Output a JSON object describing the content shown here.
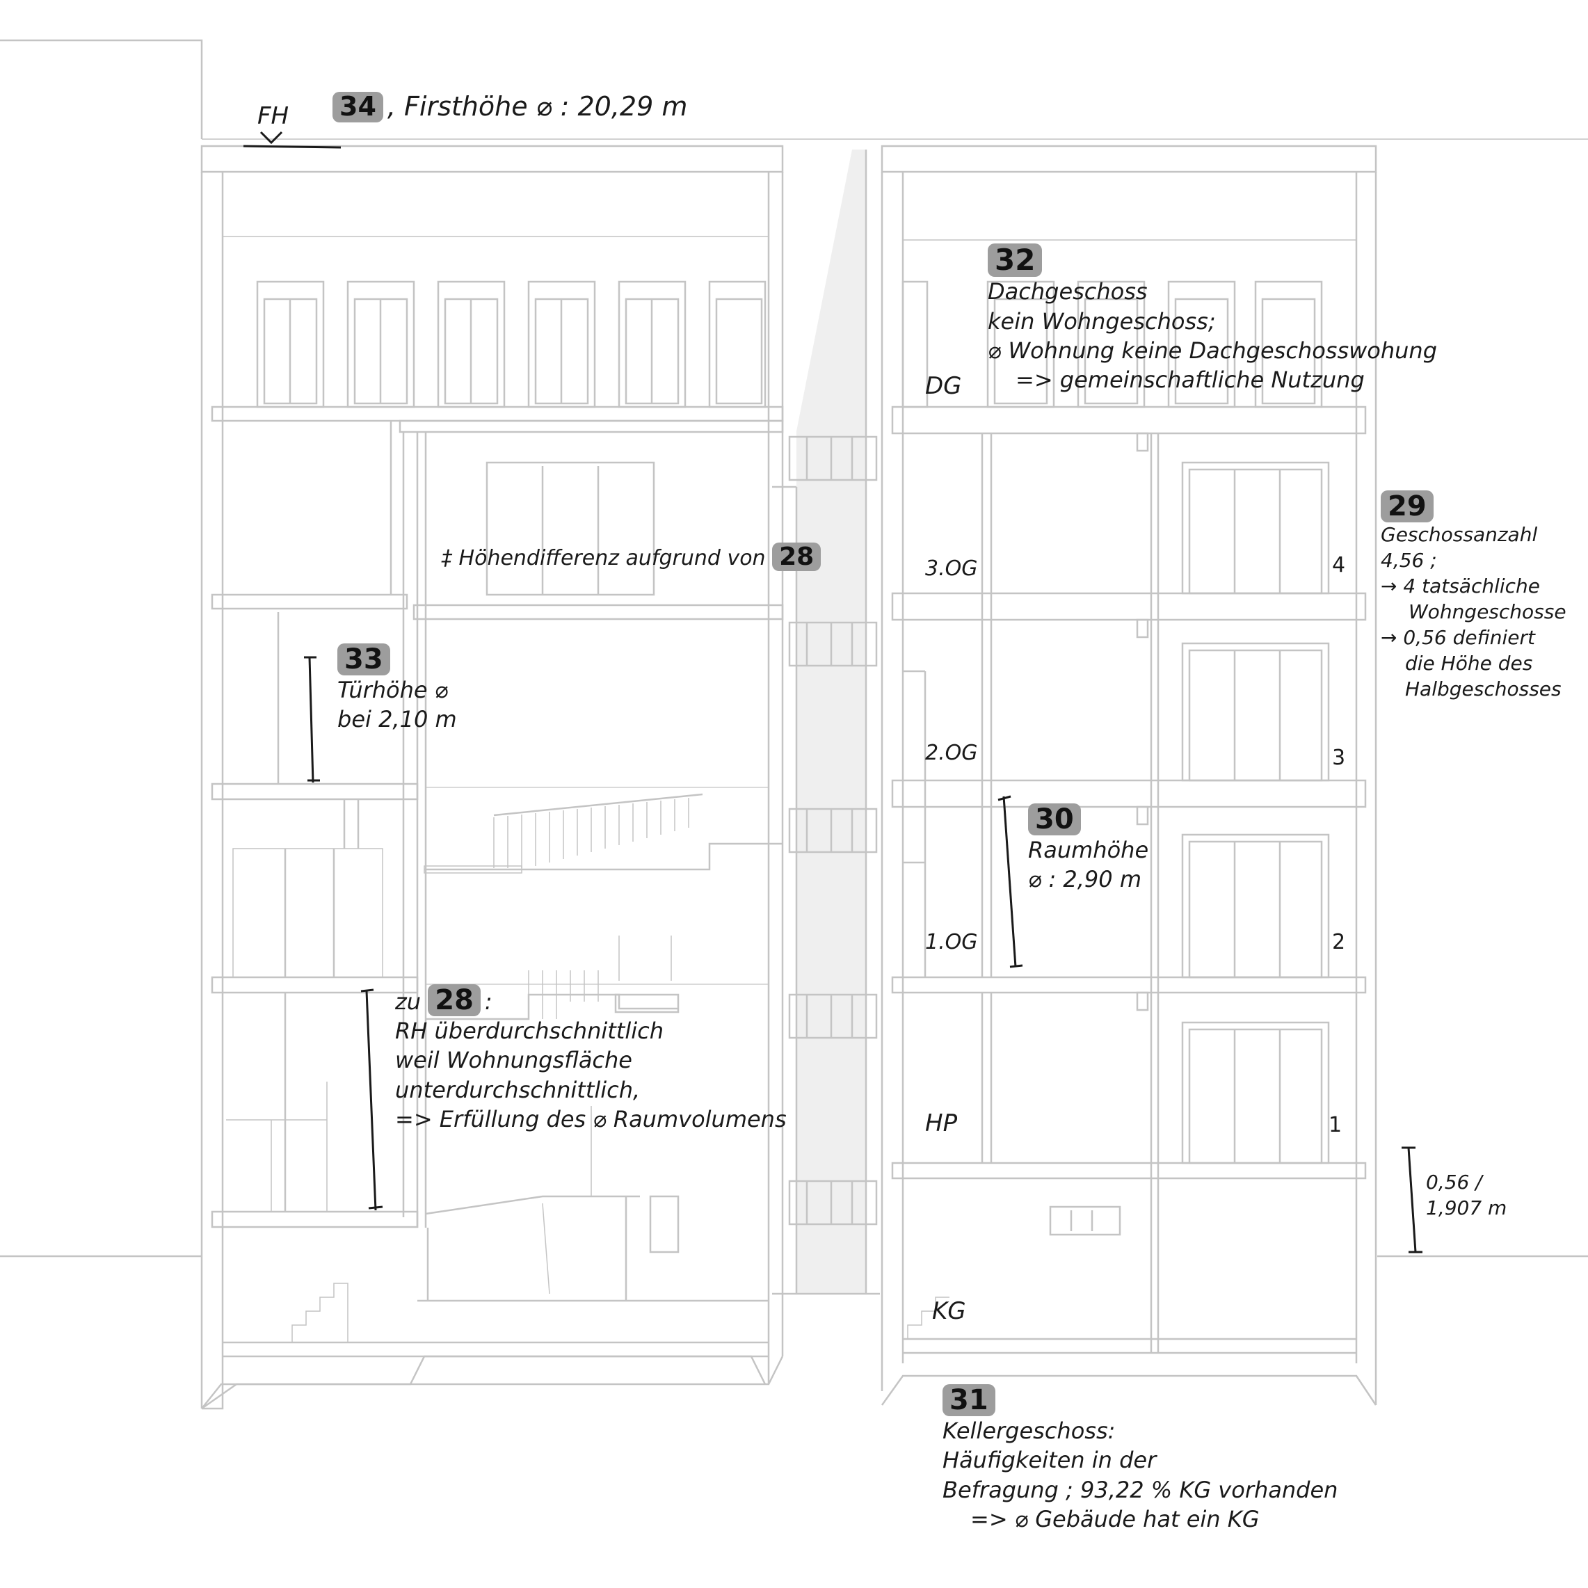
{
  "notes": {
    "n34": {
      "badge": "34",
      "text": ", Firsthöhe ⌀ : 20,29 m"
    },
    "fh": "FH",
    "n32": {
      "badge": "32",
      "lines": [
        "Dachgeschoss",
        "kein Wohngeschoss;",
        "⌀ Wohnung keine Dachgeschosswohung",
        "=> gemeinschaftliche Nutzung"
      ]
    },
    "n28_top": {
      "text": "‡ Höhendifferenz aufgrund von",
      "badge": "28"
    },
    "n29": {
      "badge": "29",
      "lines": [
        "Geschossanzahl",
        "4,56 ;",
        "→ 4 tatsächliche",
        "Wohngeschosse",
        "→ 0,56 definiert",
        "die Höhe des",
        "Halbgeschosses"
      ]
    },
    "n33": {
      "badge": "33",
      "lines": [
        "Türhöhe ⌀",
        "bei 2,10 m"
      ]
    },
    "n30": {
      "badge": "30",
      "lines": [
        "Raumhöhe",
        "⌀ : 2,90 m"
      ]
    },
    "n28": {
      "prefix": "zu",
      "badge": "28",
      "suffix": ":",
      "lines": [
        "RH überdurchschnittlich",
        "weil Wohnungsfläche",
        "unterdurchschnittlich,",
        "=> Erfüllung des ⌀ Raumvolumens"
      ]
    },
    "n056": {
      "lines": [
        "0,56 /",
        "1,907 m"
      ]
    },
    "n31": {
      "badge": "31",
      "lines": [
        "Kellergeschoss:",
        "Häufigkeiten in der",
        "Befragung ; 93,22 % KG vorhanden",
        "=> ⌀ Gebäude hat ein KG"
      ]
    }
  },
  "floors": [
    "DG",
    "3.OG",
    "2.OG",
    "1.OG",
    "HP",
    "KG"
  ],
  "flat_numbers": [
    "4",
    "3",
    "2",
    "1"
  ],
  "colors": {
    "line": "#c4c4c4",
    "ink": "#1a1a1a",
    "badge": "#9d9d9d",
    "stair": "#efefef"
  }
}
